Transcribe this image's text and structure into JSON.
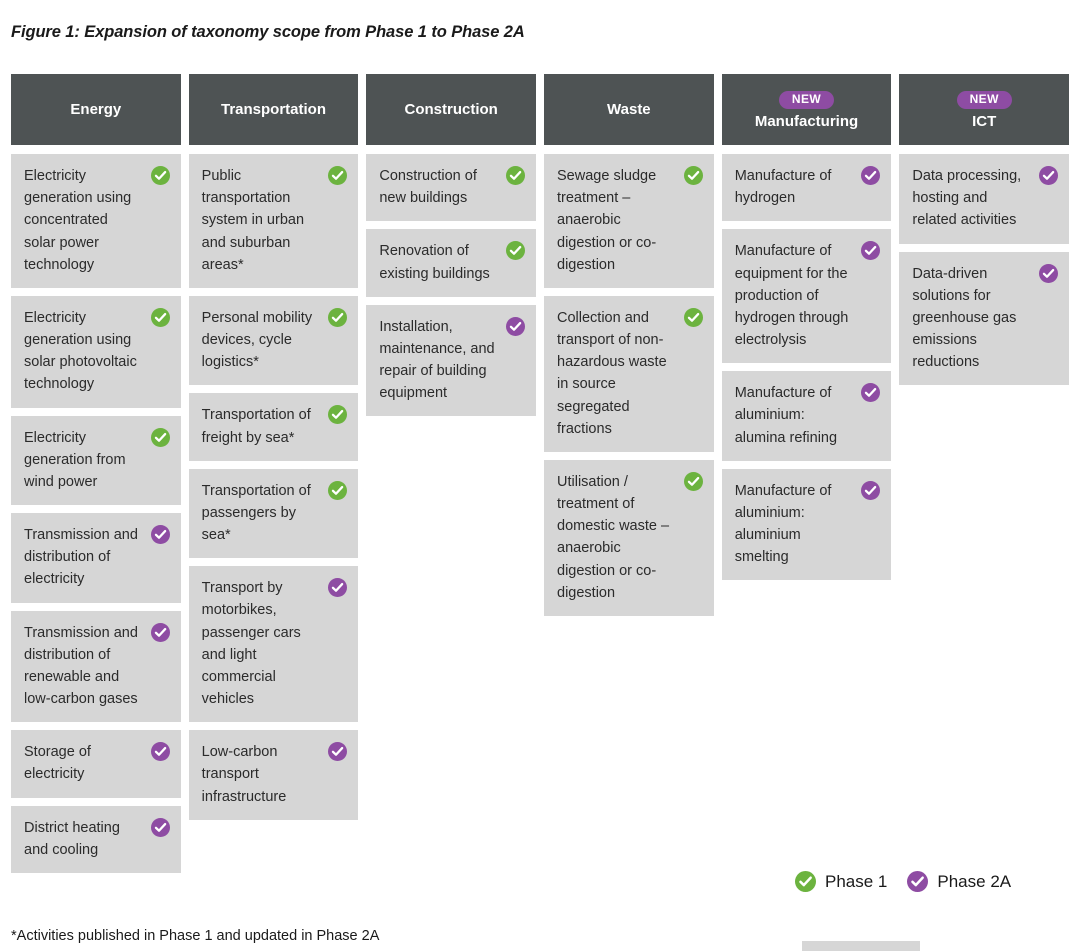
{
  "figure": {
    "title": "Figure 1: Expansion of taxonomy scope from Phase 1 to Phase 2A",
    "footnote": "*Activities published in Phase 1 and updated in Phase 2A"
  },
  "colors": {
    "phase1_green": "#6cb33f",
    "phase2a_purple": "#8e4ca3",
    "header_gray": "#4e5354",
    "card_gray": "#d6d6d6"
  },
  "legend": {
    "items": [
      {
        "label": "Phase 1",
        "icon": "check-circle-icon",
        "color": "#6cb33f"
      },
      {
        "label": "Phase 2A",
        "icon": "check-circle-icon",
        "color": "#8e4ca3"
      }
    ]
  },
  "columns": [
    {
      "title": "Energy",
      "badge": null,
      "cards": [
        {
          "text": "Electricity generation using concentrated solar power technology",
          "phase": "phase1"
        },
        {
          "text": "Electricity generation using solar photovoltaic technology",
          "phase": "phase1"
        },
        {
          "text": "Electricity generation from wind power",
          "phase": "phase1"
        },
        {
          "text": "Transmission and distribution of electricity",
          "phase": "phase2a"
        },
        {
          "text": "Transmission and distribution of renewable and low-carbon gases",
          "phase": "phase2a"
        },
        {
          "text": "Storage of electricity",
          "phase": "phase2a"
        },
        {
          "text": "District heating and cooling",
          "phase": "phase2a"
        }
      ]
    },
    {
      "title": "Transportation",
      "badge": null,
      "cards": [
        {
          "text": "Public transportation system in urban and suburban areas*",
          "phase": "phase1"
        },
        {
          "text": "Personal mobility devices, cycle logistics*",
          "phase": "phase1"
        },
        {
          "text": "Transportation of freight by sea*",
          "phase": "phase1"
        },
        {
          "text": "Transportation of passengers by sea*",
          "phase": "phase1"
        },
        {
          "text": "Transport by motorbikes, passenger cars and light commercial vehicles",
          "phase": "phase2a"
        },
        {
          "text": "Low-carbon transport infrastructure",
          "phase": "phase2a"
        }
      ]
    },
    {
      "title": "Construction",
      "badge": null,
      "cards": [
        {
          "text": "Construction of new buildings",
          "phase": "phase1"
        },
        {
          "text": "Renovation of existing buildings",
          "phase": "phase1"
        },
        {
          "text": "Installation, maintenance, and repair of building equipment",
          "phase": "phase2a"
        }
      ]
    },
    {
      "title": "Waste",
      "badge": null,
      "cards": [
        {
          "text": "Sewage sludge treatment – anaerobic digestion or co-digestion",
          "phase": "phase1"
        },
        {
          "text": "Collection and transport of non-hazardous waste in source segregated fractions",
          "phase": "phase1"
        },
        {
          "text": "Utilisation / treatment of domestic waste – anaerobic digestion or co-digestion",
          "phase": "phase1"
        }
      ]
    },
    {
      "title": "Manufacturing",
      "badge": "NEW",
      "cards": [
        {
          "text": "Manufacture of hydrogen",
          "phase": "phase2a"
        },
        {
          "text": "Manufacture of equipment for the production of hydrogen through electrolysis",
          "phase": "phase2a"
        },
        {
          "text": "Manufacture of aluminium: alumina refining",
          "phase": "phase2a"
        },
        {
          "text": "Manufacture of aluminium: aluminium smelting",
          "phase": "phase2a"
        }
      ]
    },
    {
      "title": "ICT",
      "badge": "NEW",
      "cards": [
        {
          "text": "Data processing, hosting and related activities",
          "phase": "phase2a"
        },
        {
          "text": "Data-driven solutions for greenhouse gas emissions reductions",
          "phase": "phase2a"
        }
      ]
    }
  ]
}
